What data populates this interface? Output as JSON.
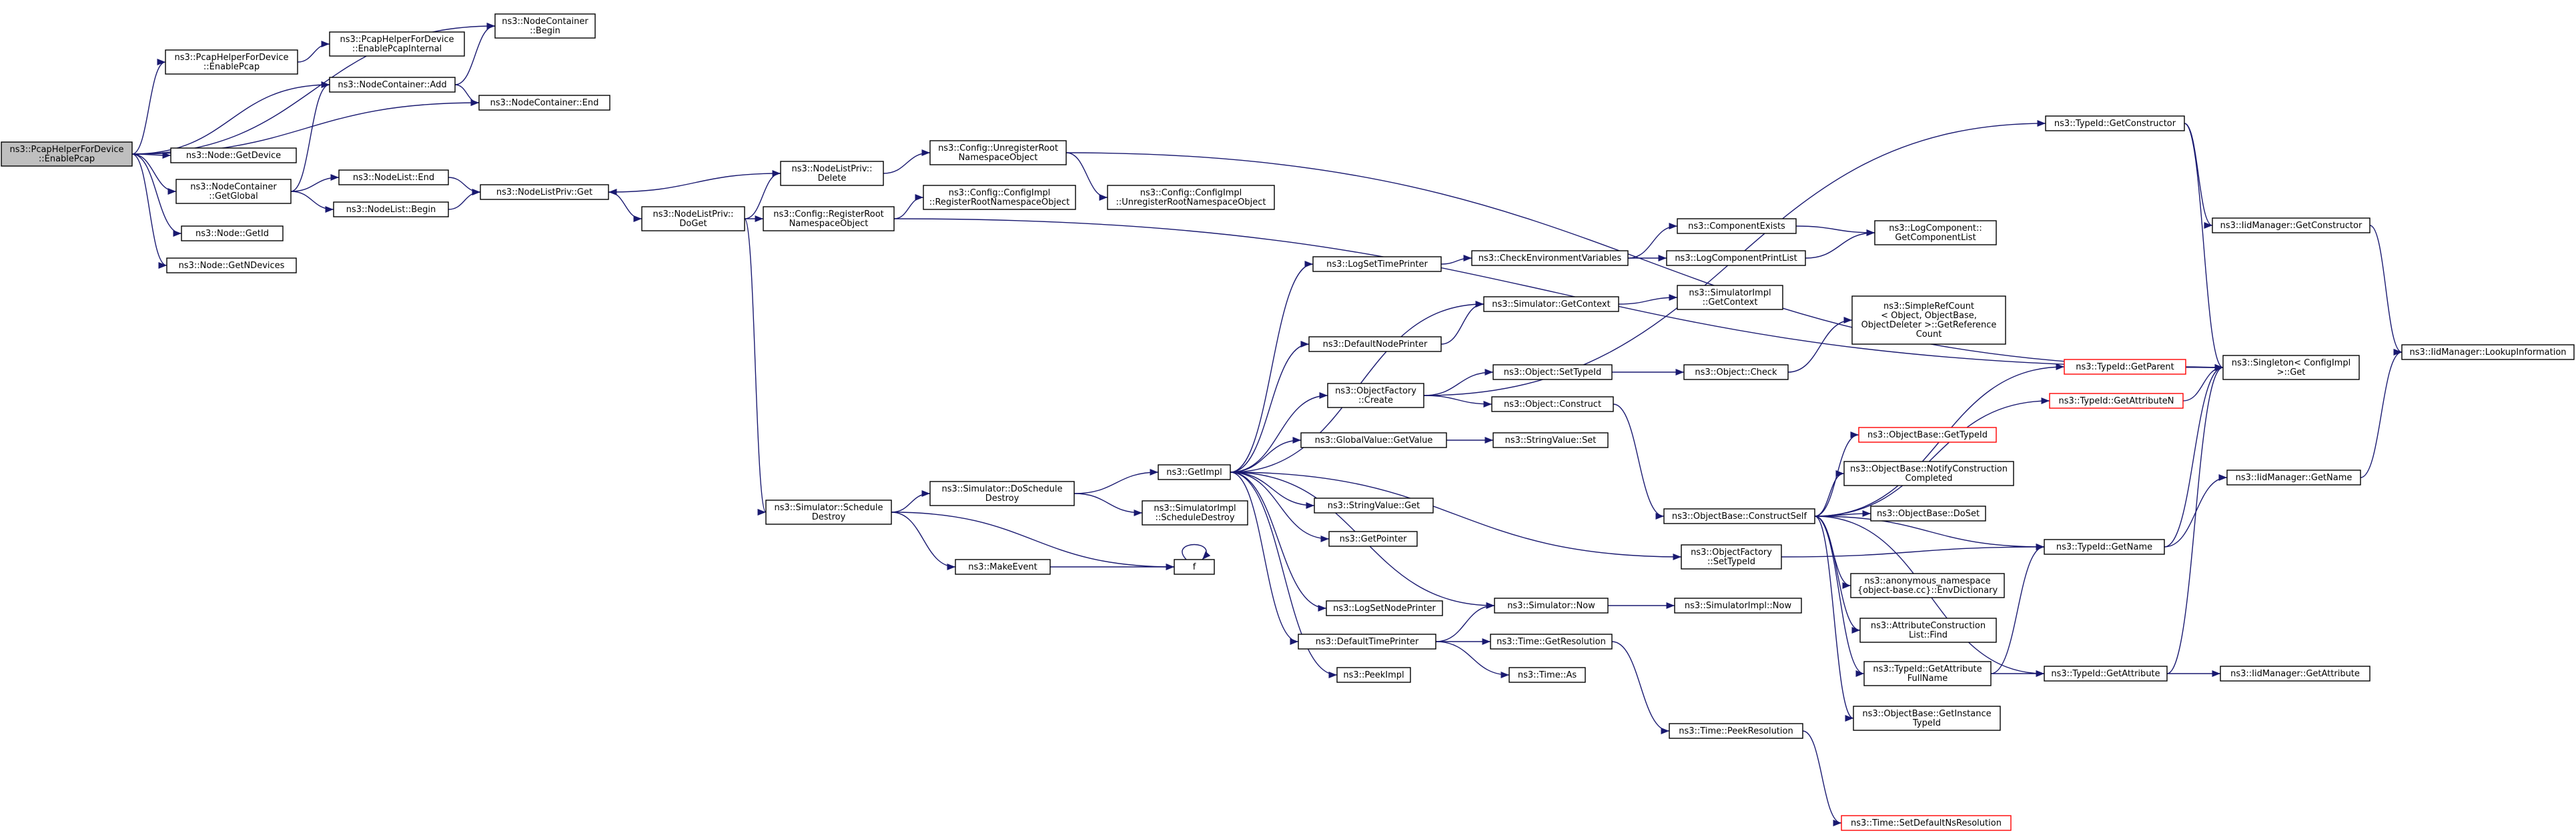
{
  "graph_title": "",
  "nodes": [
    {
      "id": "root",
      "lines": [
        "ns3::PcapHelperForDevice",
        "::EnablePcap"
      ],
      "style": "root"
    },
    {
      "id": "pcapDev",
      "lines": [
        "ns3::PcapHelperForDevice",
        "::EnablePcap"
      ]
    },
    {
      "id": "pcapInt",
      "lines": [
        "ns3::PcapHelperForDevice",
        "::EnablePcapInternal"
      ]
    },
    {
      "id": "ncBegin",
      "lines": [
        "ns3::NodeContainer",
        "::Begin"
      ]
    },
    {
      "id": "ncAdd",
      "lines": [
        "ns3::NodeContainer::Add"
      ]
    },
    {
      "id": "ncEnd",
      "lines": [
        "ns3::NodeContainer::End"
      ]
    },
    {
      "id": "getDevice",
      "lines": [
        "ns3::Node::GetDevice"
      ]
    },
    {
      "id": "ncGetGlobal",
      "lines": [
        "ns3::NodeContainer",
        "::GetGlobal"
      ]
    },
    {
      "id": "getId",
      "lines": [
        "ns3::Node::GetId"
      ]
    },
    {
      "id": "getNDev",
      "lines": [
        "ns3::Node::GetNDevices"
      ]
    },
    {
      "id": "nlEnd",
      "lines": [
        "ns3::NodeList::End"
      ]
    },
    {
      "id": "nlBegin",
      "lines": [
        "ns3::NodeList::Begin"
      ]
    },
    {
      "id": "nlpGet",
      "lines": [
        "ns3::NodeListPriv::Get"
      ]
    },
    {
      "id": "nlpDelete",
      "lines": [
        "ns3::NodeListPriv::",
        "Delete"
      ]
    },
    {
      "id": "nlpDoGet",
      "lines": [
        "ns3::NodeListPriv::",
        "DoGet"
      ]
    },
    {
      "id": "cfgUnreg",
      "lines": [
        "ns3::Config::UnregisterRoot",
        "NamespaceObject"
      ]
    },
    {
      "id": "cfgReg",
      "lines": [
        "ns3::Config::RegisterRoot",
        "NamespaceObject"
      ]
    },
    {
      "id": "cfgImplReg",
      "lines": [
        "ns3::Config::ConfigImpl",
        "::RegisterRootNamespaceObject"
      ]
    },
    {
      "id": "cfgImplUnreg",
      "lines": [
        "ns3::Config::ConfigImpl",
        "::UnregisterRootNamespaceObject"
      ]
    },
    {
      "id": "simSchedDestroy",
      "lines": [
        "ns3::Simulator::Schedule",
        "Destroy"
      ]
    },
    {
      "id": "simDoSchedDestroy",
      "lines": [
        "ns3::Simulator::DoSchedule",
        "Destroy"
      ]
    },
    {
      "id": "simImplSchedDestroy",
      "lines": [
        "ns3::SimulatorImpl",
        "::ScheduleDestroy"
      ]
    },
    {
      "id": "makeEvent",
      "lines": [
        "ns3::MakeEvent"
      ]
    },
    {
      "id": "f",
      "lines": [
        "f"
      ]
    },
    {
      "id": "getImpl",
      "lines": [
        "ns3::GetImpl"
      ]
    },
    {
      "id": "logSetTP",
      "lines": [
        "ns3::LogSetTimePrinter"
      ]
    },
    {
      "id": "checkEnv",
      "lines": [
        "ns3::CheckEnvironmentVariables"
      ]
    },
    {
      "id": "compExists",
      "lines": [
        "ns3::ComponentExists"
      ]
    },
    {
      "id": "logCompPL",
      "lines": [
        "ns3::LogComponentPrintList"
      ]
    },
    {
      "id": "logCompGCL",
      "lines": [
        "ns3::LogComponent::",
        "GetComponentList"
      ]
    },
    {
      "id": "simGetCtx",
      "lines": [
        "ns3::Simulator::GetContext"
      ]
    },
    {
      "id": "simImplGetCtx",
      "lines": [
        "ns3::SimulatorImpl",
        "::GetContext"
      ]
    },
    {
      "id": "defNodePrinter",
      "lines": [
        "ns3::DefaultNodePrinter"
      ]
    },
    {
      "id": "objFactCreate",
      "lines": [
        "ns3::ObjectFactory",
        "::Create"
      ]
    },
    {
      "id": "objSetTypeId",
      "lines": [
        "ns3::Object::SetTypeId"
      ]
    },
    {
      "id": "objCheck",
      "lines": [
        "ns3::Object::Check"
      ]
    },
    {
      "id": "simpleRefCount",
      "lines": [
        "ns3::SimpleRefCount",
        "< Object, ObjectBase,",
        "ObjectDeleter >::GetReference",
        "Count"
      ]
    },
    {
      "id": "objConstruct",
      "lines": [
        "ns3::Object::Construct"
      ]
    },
    {
      "id": "gvGetValue",
      "lines": [
        "ns3::GlobalValue::GetValue"
      ]
    },
    {
      "id": "svSet",
      "lines": [
        "ns3::StringValue::Set"
      ]
    },
    {
      "id": "svGet",
      "lines": [
        "ns3::StringValue::Get"
      ]
    },
    {
      "id": "getPointer",
      "lines": [
        "ns3::GetPointer"
      ]
    },
    {
      "id": "logSetNP",
      "lines": [
        "ns3::LogSetNodePrinter"
      ]
    },
    {
      "id": "defTimePrinter",
      "lines": [
        "ns3::DefaultTimePrinter"
      ]
    },
    {
      "id": "peekImpl",
      "lines": [
        "ns3::PeekImpl"
      ]
    },
    {
      "id": "simNow",
      "lines": [
        "ns3::Simulator::Now"
      ]
    },
    {
      "id": "simImplNow",
      "lines": [
        "ns3::SimulatorImpl::Now"
      ]
    },
    {
      "id": "timeGetRes",
      "lines": [
        "ns3::Time::GetResolution"
      ]
    },
    {
      "id": "timeAs",
      "lines": [
        "ns3::Time::As"
      ]
    },
    {
      "id": "timePeekRes",
      "lines": [
        "ns3::Time::PeekResolution"
      ]
    },
    {
      "id": "timeSetDef",
      "lines": [
        "ns3::Time::SetDefaultNsResolution"
      ],
      "style": "trunc"
    },
    {
      "id": "objFactSetTid",
      "lines": [
        "ns3::ObjectFactory",
        "::SetTypeId"
      ]
    },
    {
      "id": "obConstructSelf",
      "lines": [
        "ns3::ObjectBase::ConstructSelf"
      ]
    },
    {
      "id": "obGetTypeId",
      "lines": [
        "ns3::ObjectBase::GetTypeId"
      ],
      "style": "trunc"
    },
    {
      "id": "obNotify",
      "lines": [
        "ns3::ObjectBase::NotifyConstruction",
        "Completed"
      ]
    },
    {
      "id": "obDoSet",
      "lines": [
        "ns3::ObjectBase::DoSet"
      ]
    },
    {
      "id": "anonEnv",
      "lines": [
        "ns3::anonymous_namespace",
        "{object-base.cc}::EnvDictionary"
      ]
    },
    {
      "id": "acFind",
      "lines": [
        "ns3::AttributeConstruction",
        "List::Find"
      ]
    },
    {
      "id": "tidGetAttrFull",
      "lines": [
        "ns3::TypeId::GetAttribute",
        "FullName"
      ]
    },
    {
      "id": "obGetInstTid",
      "lines": [
        "ns3::ObjectBase::GetInstance",
        "TypeId"
      ]
    },
    {
      "id": "tidGetCtor",
      "lines": [
        "ns3::TypeId::GetConstructor"
      ]
    },
    {
      "id": "iidGetCtor",
      "lines": [
        "ns3::IidManager::GetConstructor"
      ]
    },
    {
      "id": "tidGetParent",
      "lines": [
        "ns3::TypeId::GetParent"
      ],
      "style": "trunc"
    },
    {
      "id": "tidGetAttrN",
      "lines": [
        "ns3::TypeId::GetAttributeN"
      ],
      "style": "trunc"
    },
    {
      "id": "singletonGet",
      "lines": [
        "ns3::Singleton< ConfigImpl",
        ">::Get"
      ]
    },
    {
      "id": "iidLookup",
      "lines": [
        "ns3::IidManager::LookupInformation"
      ]
    },
    {
      "id": "iidGetName",
      "lines": [
        "ns3::IidManager::GetName"
      ]
    },
    {
      "id": "tidGetName",
      "lines": [
        "ns3::TypeId::GetName"
      ]
    },
    {
      "id": "tidGetAttr",
      "lines": [
        "ns3::TypeId::GetAttribute"
      ]
    },
    {
      "id": "iidGetAttr",
      "lines": [
        "ns3::IidManager::GetAttribute"
      ]
    }
  ],
  "edges": [
    [
      "root",
      "ncBegin"
    ],
    [
      "root",
      "pcapDev"
    ],
    [
      "root",
      "ncAdd"
    ],
    [
      "root",
      "ncEnd"
    ],
    [
      "root",
      "getDevice"
    ],
    [
      "root",
      "ncGetGlobal"
    ],
    [
      "root",
      "getId"
    ],
    [
      "root",
      "getNDev"
    ],
    [
      "pcapDev",
      "pcapInt"
    ],
    [
      "ncAdd",
      "ncBegin"
    ],
    [
      "ncAdd",
      "ncEnd"
    ],
    [
      "ncGetGlobal",
      "ncAdd"
    ],
    [
      "ncGetGlobal",
      "nlEnd"
    ],
    [
      "ncGetGlobal",
      "nlBegin"
    ],
    [
      "nlEnd",
      "nlpGet"
    ],
    [
      "nlBegin",
      "nlpGet"
    ],
    [
      "nlpGet",
      "nlpDoGet"
    ],
    [
      "nlpDelete",
      "nlpGet"
    ],
    [
      "nlpDelete",
      "cfgUnreg"
    ],
    [
      "nlpDoGet",
      "nlpDelete"
    ],
    [
      "nlpDoGet",
      "cfgReg"
    ],
    [
      "nlpDoGet",
      "simSchedDestroy"
    ],
    [
      "cfgUnreg",
      "cfgImplUnreg"
    ],
    [
      "cfgUnreg",
      "singletonGet"
    ],
    [
      "cfgReg",
      "cfgImplReg"
    ],
    [
      "cfgReg",
      "singletonGet"
    ],
    [
      "simSchedDestroy",
      "simDoSchedDestroy"
    ],
    [
      "simSchedDestroy",
      "makeEvent"
    ],
    [
      "simSchedDestroy",
      "f"
    ],
    [
      "simDoSchedDestroy",
      "getImpl"
    ],
    [
      "simDoSchedDestroy",
      "simImplSchedDestroy"
    ],
    [
      "makeEvent",
      "f"
    ],
    [
      "f",
      "f"
    ],
    [
      "getImpl",
      "logSetTP"
    ],
    [
      "getImpl",
      "simGetCtx"
    ],
    [
      "getImpl",
      "defNodePrinter"
    ],
    [
      "getImpl",
      "objFactCreate"
    ],
    [
      "getImpl",
      "gvGetValue"
    ],
    [
      "getImpl",
      "svGet"
    ],
    [
      "getImpl",
      "getPointer"
    ],
    [
      "getImpl",
      "logSetNP"
    ],
    [
      "getImpl",
      "defTimePrinter"
    ],
    [
      "getImpl",
      "peekImpl"
    ],
    [
      "getImpl",
      "simNow"
    ],
    [
      "getImpl",
      "objFactSetTid"
    ],
    [
      "logSetTP",
      "checkEnv"
    ],
    [
      "checkEnv",
      "compExists"
    ],
    [
      "checkEnv",
      "logCompPL"
    ],
    [
      "compExists",
      "logCompGCL"
    ],
    [
      "logCompPL",
      "logCompGCL"
    ],
    [
      "simGetCtx",
      "simImplGetCtx"
    ],
    [
      "defNodePrinter",
      "simGetCtx"
    ],
    [
      "objFactCreate",
      "objSetTypeId"
    ],
    [
      "objFactCreate",
      "objConstruct"
    ],
    [
      "objFactCreate",
      "tidGetCtor"
    ],
    [
      "objSetTypeId",
      "objCheck"
    ],
    [
      "objCheck",
      "simpleRefCount"
    ],
    [
      "objConstruct",
      "obConstructSelf"
    ],
    [
      "gvGetValue",
      "svSet"
    ],
    [
      "defTimePrinter",
      "simNow"
    ],
    [
      "defTimePrinter",
      "timeGetRes"
    ],
    [
      "defTimePrinter",
      "timeAs"
    ],
    [
      "simNow",
      "simImplNow"
    ],
    [
      "timeGetRes",
      "timePeekRes"
    ],
    [
      "timePeekRes",
      "timeSetDef"
    ],
    [
      "objFactSetTid",
      "tidGetName"
    ],
    [
      "obConstructSelf",
      "tidGetParent"
    ],
    [
      "obConstructSelf",
      "tidGetAttrN"
    ],
    [
      "obConstructSelf",
      "obGetTypeId"
    ],
    [
      "obConstructSelf",
      "obNotify"
    ],
    [
      "obConstructSelf",
      "obDoSet"
    ],
    [
      "obConstructSelf",
      "tidGetName"
    ],
    [
      "obConstructSelf",
      "anonEnv"
    ],
    [
      "obConstructSelf",
      "acFind"
    ],
    [
      "obConstructSelf",
      "tidGetAttrFull"
    ],
    [
      "obConstructSelf",
      "obGetInstTid"
    ],
    [
      "obConstructSelf",
      "tidGetAttr"
    ],
    [
      "tidGetAttrFull",
      "tidGetName"
    ],
    [
      "tidGetAttrFull",
      "tidGetAttr"
    ],
    [
      "tidGetCtor",
      "iidGetCtor"
    ],
    [
      "tidGetCtor",
      "singletonGet"
    ],
    [
      "iidGetCtor",
      "iidLookup"
    ],
    [
      "tidGetParent",
      "singletonGet"
    ],
    [
      "tidGetAttrN",
      "singletonGet"
    ],
    [
      "tidGetName",
      "iidGetName"
    ],
    [
      "tidGetName",
      "singletonGet"
    ],
    [
      "iidGetName",
      "iidLookup"
    ],
    [
      "tidGetAttr",
      "iidGetAttr"
    ],
    [
      "tidGetAttr",
      "singletonGet"
    ]
  ],
  "colors": {
    "edge": "#191970",
    "root_fill": "#bfbfbf",
    "node_border": "#000000",
    "truncated_border": "#ff0000",
    "background": "#ffffff"
  }
}
